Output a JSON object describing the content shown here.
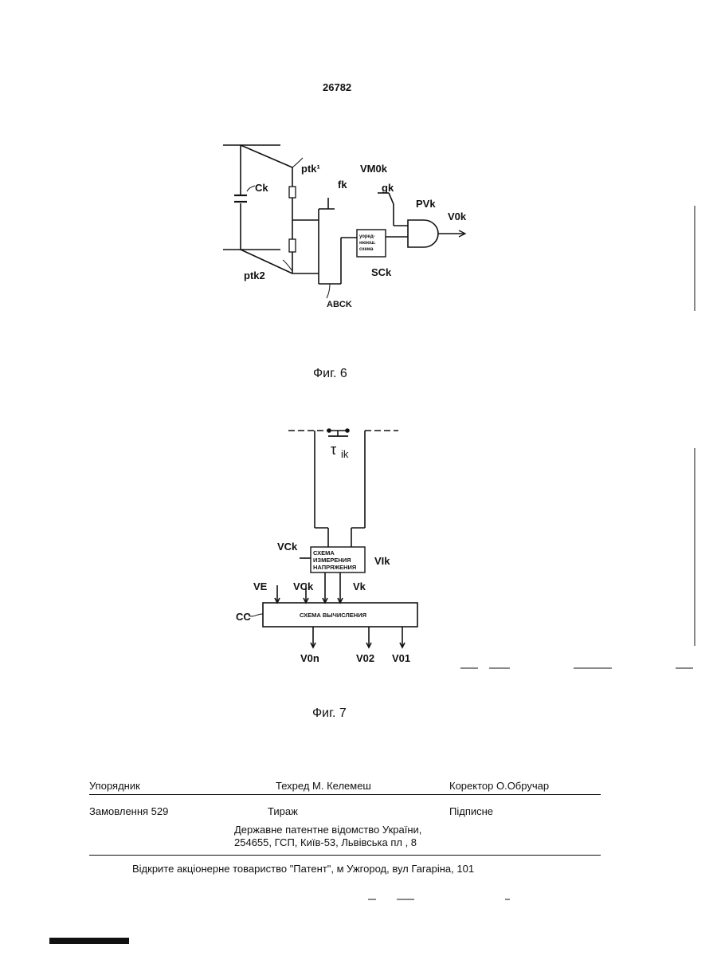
{
  "page_number": "26782",
  "figure6": {
    "caption": "Фиг. 6",
    "labels": {
      "ptk1": "ptk¹",
      "ck": "Ck",
      "fk": "fk",
      "vm0k": "VM0k",
      "gk": "gk",
      "pvk": "PVk",
      "v0k": "V0k",
      "ptk2": "ptk2",
      "sck": "SCk",
      "abck": "ABCK"
    },
    "block_text": [
      "уоред-",
      "нююш.",
      "схема"
    ]
  },
  "figure7": {
    "caption": "Фиг. 7",
    "labels": {
      "tau_ik": "τ",
      "tau_sub": "ik",
      "vck_top": "VCk",
      "vik": "VIk",
      "ve": "VE",
      "vck": "VCk",
      "vk": "Vk",
      "cc": "CC",
      "v0n": "V0n",
      "v02": "V02",
      "v01": "V01"
    },
    "measure_block": [
      "СХЕМА",
      "ИЗМЕРЕНИЯ",
      "НАПРЯЖЕНИЯ"
    ],
    "compute_block": "СХЕМА ВЫЧИСЛЕНИЯ"
  },
  "imprint": {
    "compiler": "Упорядник",
    "tech_editor": "Техред М. Келемеш",
    "proofreader": "Коректор О.Обручар",
    "order": "Замовлення 529",
    "circulation": "Тираж",
    "subscription": "Підписне",
    "office_line1": "Державне патентне відомство України,",
    "office_line2": "254655, ГСП, Київ-53, Львівська пл , 8",
    "publisher": "Відкрите акціонерне товариство \"Патент\", м  Ужгород, вул  Гагаріна, 101"
  }
}
